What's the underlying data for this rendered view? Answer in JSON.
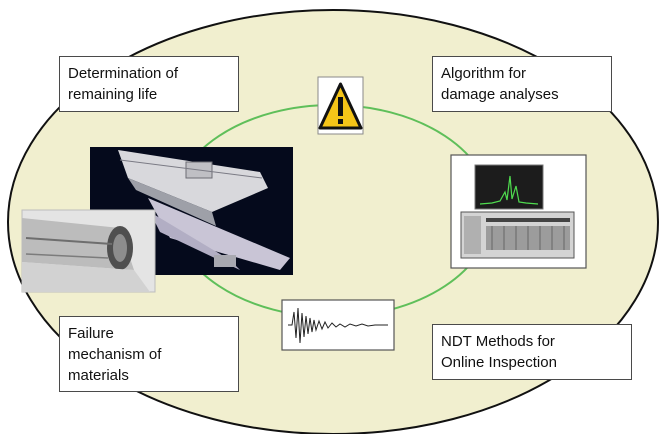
{
  "colors": {
    "ellipse_fill": "#f1efcf",
    "ellipse_stroke": "#111111",
    "ring_stroke": "#5fbf5a",
    "warning_fill": "#f5c518"
  },
  "icons": [
    "warning-icon",
    "aircraft-wing-image",
    "turbine-blade-image",
    "measurement-instrument-image",
    "acoustic-signal-waveform"
  ],
  "boxes": {
    "remaining_life": [
      "Determination  of",
      "remaining life"
    ],
    "damage_analyses": [
      "Algorithm  for",
      "damage analyses"
    ],
    "failure_mechanism": [
      "Failure",
      "mechanism of",
      "materials"
    ],
    "ndt_methods": [
      "NDT  Methods for",
      "Online  Inspection"
    ]
  }
}
